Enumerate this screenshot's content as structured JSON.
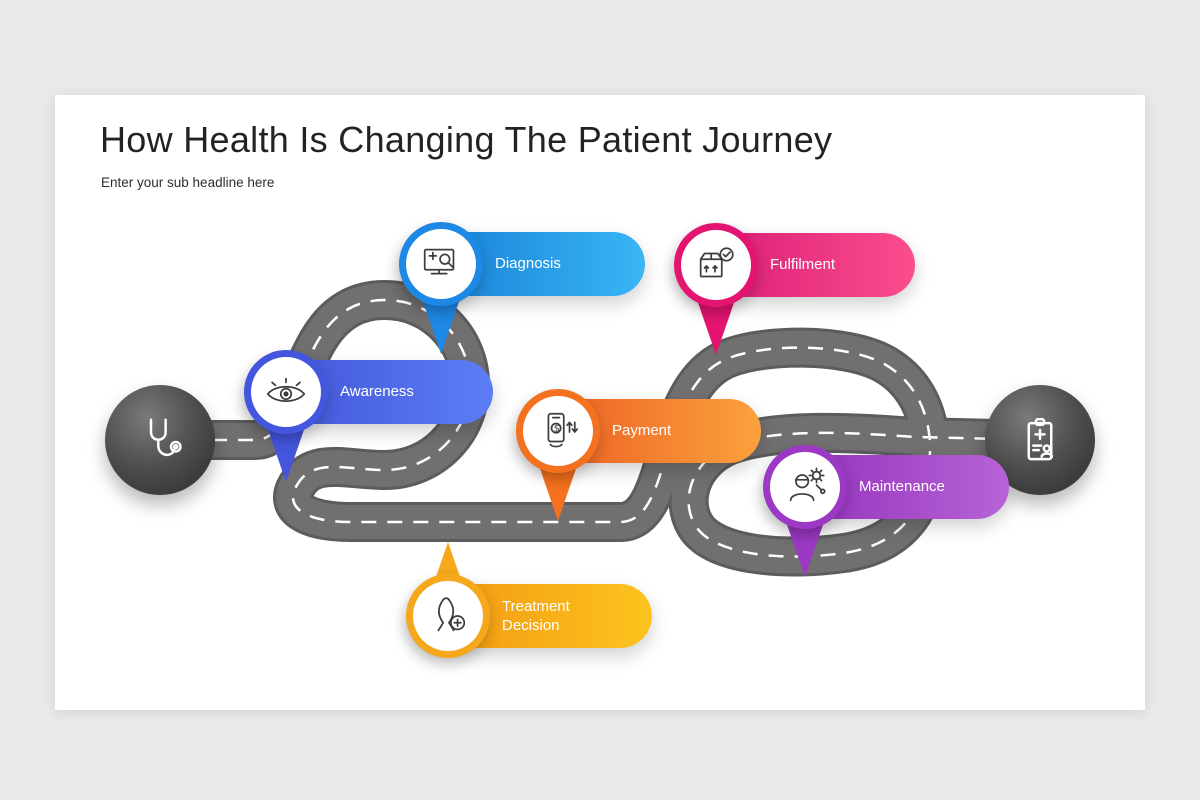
{
  "slide": {
    "title": "How Health Is Changing The Patient Journey",
    "subtitle": "Enter your sub headline here"
  },
  "journey": {
    "start_node": {
      "icon": "stethoscope-icon"
    },
    "end_node": {
      "icon": "medical-report-icon"
    },
    "road": {
      "edge_color": "#5d5c5c",
      "fill_color": "#716f70",
      "dash_color": "#ffffff"
    },
    "icon_glyphs": {
      "dollar": "$"
    },
    "milestones": [
      {
        "id": "diagnosis",
        "label": "Diagnosis",
        "icon": "diagnosis-monitor-icon",
        "gradient_start": "#1478d2",
        "gradient_end": "#38b6f5",
        "pin_color": "#1e88e5"
      },
      {
        "id": "fulfilment",
        "label": "Fulfilment",
        "icon": "package-check-icon",
        "gradient_start": "#d41570",
        "gradient_end": "#fb4d8e",
        "pin_color": "#e31570"
      },
      {
        "id": "awareness",
        "label": "Awareness",
        "icon": "eye-icon",
        "gradient_start": "#3e50d4",
        "gradient_end": "#5c7df5",
        "pin_color": "#4456dd"
      },
      {
        "id": "payment",
        "label": "Payment",
        "icon": "payment-phone-icon",
        "gradient_start": "#ea5520",
        "gradient_end": "#fba23c",
        "pin_color": "#f4711f"
      },
      {
        "id": "maintenance",
        "label": "Maintenance",
        "icon": "technician-gear-icon",
        "gradient_start": "#8e2ab8",
        "gradient_end": "#b763d6",
        "pin_color": "#9c39c4"
      },
      {
        "id": "treatment_decision",
        "label": "Treatment Decision",
        "icon": "ribbon-cross-icon",
        "gradient_start": "#f29211",
        "gradient_end": "#fcc41d",
        "pin_color": "#f6a81c"
      }
    ]
  }
}
